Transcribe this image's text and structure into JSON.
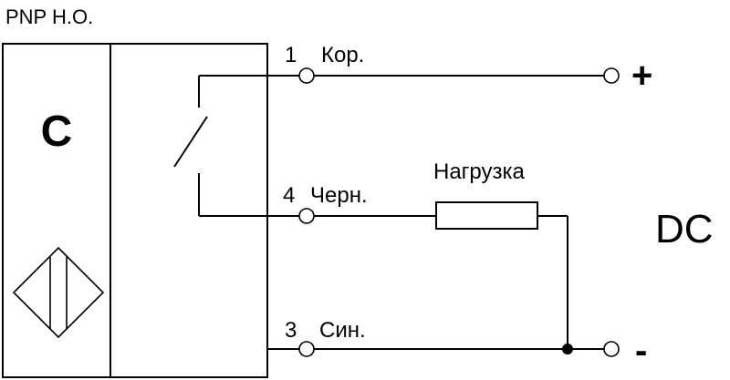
{
  "title": "PNP Н.О.",
  "sensor": {
    "letter": "С"
  },
  "wires": [
    {
      "number": "1",
      "color": "Кор."
    },
    {
      "number": "4",
      "color": "Черн."
    },
    {
      "number": "3",
      "color": "Син."
    }
  ],
  "load": {
    "label": "Нагрузка"
  },
  "supply": {
    "label": "DC",
    "plus": "+",
    "minus": "-"
  }
}
